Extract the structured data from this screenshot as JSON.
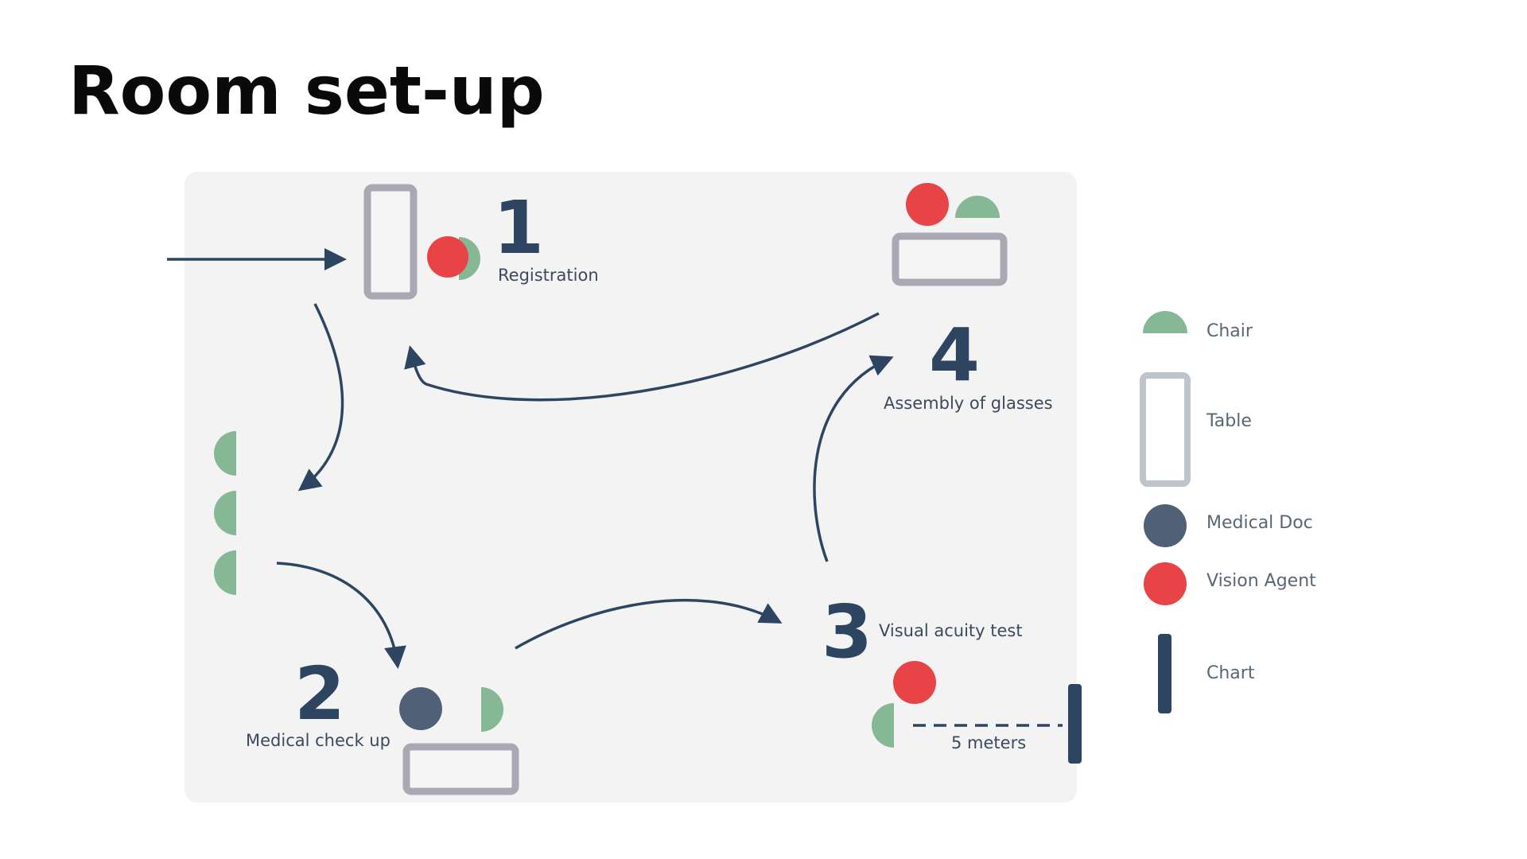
{
  "title": "Room set-up",
  "stations": {
    "registration": {
      "number": "1",
      "label": "Registration"
    },
    "medical": {
      "number": "2",
      "label": "Medical check up"
    },
    "visual": {
      "number": "3",
      "label": "Visual acuity test",
      "distance_label": "5 meters"
    },
    "assembly": {
      "number": "4",
      "label": "Assembly of glasses"
    }
  },
  "legend": {
    "chair": "Chair",
    "table": "Table",
    "medical_doc": "Medical Doc",
    "vision_agent": "Vision Agent",
    "chart": "Chart"
  },
  "colors": {
    "chair": "#86b896",
    "table": "#a9a9b6",
    "medical_doc": "#4f6077",
    "vision_agent": "#e84447",
    "chart": "#2d4560",
    "arrow": "#2d4560",
    "room": "#f3f3f3"
  }
}
